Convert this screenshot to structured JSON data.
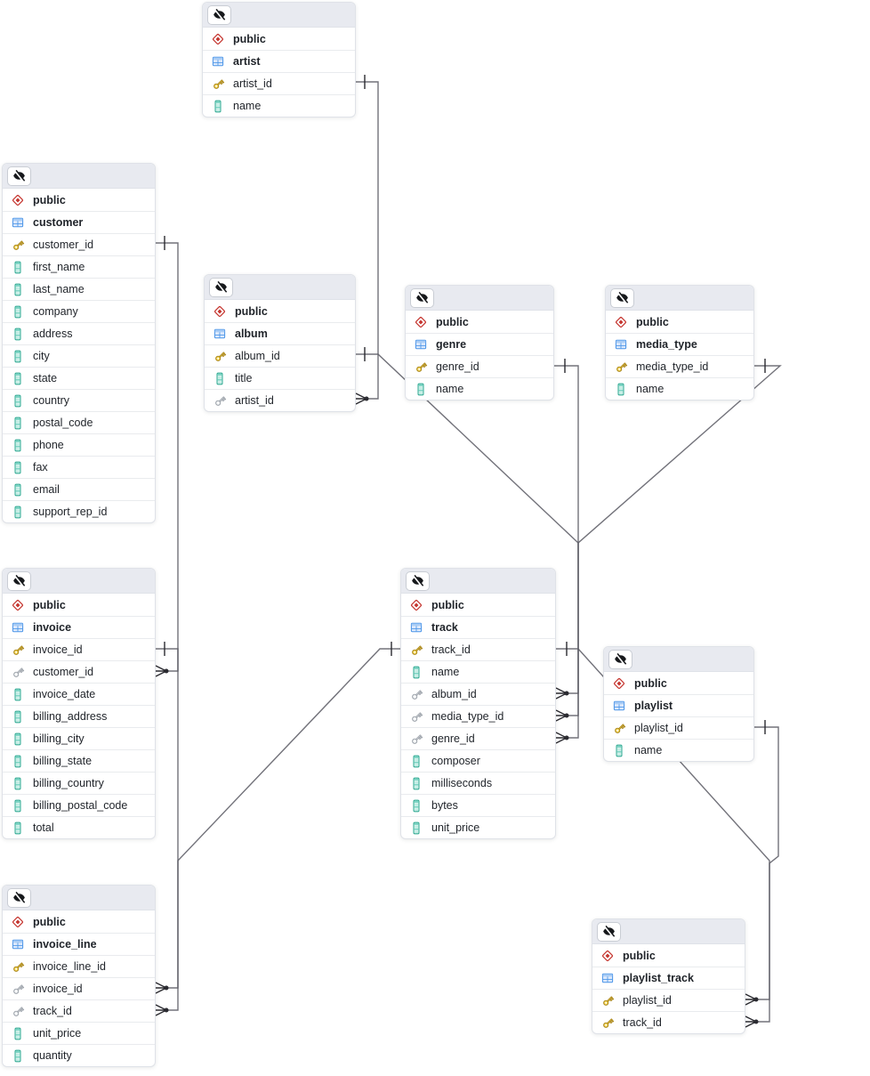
{
  "diagram": {
    "type": "entity-relationship-diagram",
    "header_button": {
      "icon": "hidden-eye-icon",
      "action": "hide-table"
    },
    "tables": [
      {
        "id": "artist",
        "schema": "public",
        "name": "artist",
        "columns": [
          {
            "name": "artist_id",
            "icon": "primary-key-icon"
          },
          {
            "name": "name",
            "icon": "column-icon"
          }
        ]
      },
      {
        "id": "customer",
        "schema": "public",
        "name": "customer",
        "columns": [
          {
            "name": "customer_id",
            "icon": "primary-key-icon"
          },
          {
            "name": "first_name",
            "icon": "column-icon"
          },
          {
            "name": "last_name",
            "icon": "column-icon"
          },
          {
            "name": "company",
            "icon": "column-icon"
          },
          {
            "name": "address",
            "icon": "column-icon"
          },
          {
            "name": "city",
            "icon": "column-icon"
          },
          {
            "name": "state",
            "icon": "column-icon"
          },
          {
            "name": "country",
            "icon": "column-icon"
          },
          {
            "name": "postal_code",
            "icon": "column-icon"
          },
          {
            "name": "phone",
            "icon": "column-icon"
          },
          {
            "name": "fax",
            "icon": "column-icon"
          },
          {
            "name": "email",
            "icon": "column-icon"
          },
          {
            "name": "support_rep_id",
            "icon": "column-icon"
          }
        ]
      },
      {
        "id": "album",
        "schema": "public",
        "name": "album",
        "columns": [
          {
            "name": "album_id",
            "icon": "primary-key-icon"
          },
          {
            "name": "title",
            "icon": "column-icon"
          },
          {
            "name": "artist_id",
            "icon": "foreign-key-icon"
          }
        ]
      },
      {
        "id": "genre",
        "schema": "public",
        "name": "genre",
        "columns": [
          {
            "name": "genre_id",
            "icon": "primary-key-icon"
          },
          {
            "name": "name",
            "icon": "column-icon"
          }
        ]
      },
      {
        "id": "media_type",
        "schema": "public",
        "name": "media_type",
        "columns": [
          {
            "name": "media_type_id",
            "icon": "primary-key-icon"
          },
          {
            "name": "name",
            "icon": "column-icon"
          }
        ]
      },
      {
        "id": "invoice",
        "schema": "public",
        "name": "invoice",
        "columns": [
          {
            "name": "invoice_id",
            "icon": "primary-key-icon"
          },
          {
            "name": "customer_id",
            "icon": "foreign-key-icon"
          },
          {
            "name": "invoice_date",
            "icon": "column-icon"
          },
          {
            "name": "billing_address",
            "icon": "column-icon"
          },
          {
            "name": "billing_city",
            "icon": "column-icon"
          },
          {
            "name": "billing_state",
            "icon": "column-icon"
          },
          {
            "name": "billing_country",
            "icon": "column-icon"
          },
          {
            "name": "billing_postal_code",
            "icon": "column-icon"
          },
          {
            "name": "total",
            "icon": "column-icon"
          }
        ]
      },
      {
        "id": "track",
        "schema": "public",
        "name": "track",
        "columns": [
          {
            "name": "track_id",
            "icon": "primary-key-icon"
          },
          {
            "name": "name",
            "icon": "column-icon"
          },
          {
            "name": "album_id",
            "icon": "foreign-key-icon"
          },
          {
            "name": "media_type_id",
            "icon": "foreign-key-icon"
          },
          {
            "name": "genre_id",
            "icon": "foreign-key-icon"
          },
          {
            "name": "composer",
            "icon": "column-icon"
          },
          {
            "name": "milliseconds",
            "icon": "column-icon"
          },
          {
            "name": "bytes",
            "icon": "column-icon"
          },
          {
            "name": "unit_price",
            "icon": "column-icon"
          }
        ]
      },
      {
        "id": "playlist",
        "schema": "public",
        "name": "playlist",
        "columns": [
          {
            "name": "playlist_id",
            "icon": "primary-key-icon"
          },
          {
            "name": "name",
            "icon": "column-icon"
          }
        ]
      },
      {
        "id": "invoice_line",
        "schema": "public",
        "name": "invoice_line",
        "columns": [
          {
            "name": "invoice_line_id",
            "icon": "primary-key-icon"
          },
          {
            "name": "invoice_id",
            "icon": "foreign-key-icon"
          },
          {
            "name": "track_id",
            "icon": "foreign-key-icon"
          },
          {
            "name": "unit_price",
            "icon": "column-icon"
          },
          {
            "name": "quantity",
            "icon": "column-icon"
          }
        ]
      },
      {
        "id": "playlist_track",
        "schema": "public",
        "name": "playlist_track",
        "columns": [
          {
            "name": "playlist_id",
            "icon": "primary-key-icon"
          },
          {
            "name": "track_id",
            "icon": "primary-key-icon"
          }
        ]
      }
    ],
    "relations": [
      {
        "from": "artist.artist_id",
        "to": "album.artist_id",
        "from_cardinality": "one",
        "to_cardinality": "many"
      },
      {
        "from": "customer.customer_id",
        "to": "invoice.customer_id",
        "from_cardinality": "one",
        "to_cardinality": "many"
      },
      {
        "from": "album.album_id",
        "to": "track.album_id",
        "from_cardinality": "one",
        "to_cardinality": "many"
      },
      {
        "from": "genre.genre_id",
        "to": "track.genre_id",
        "from_cardinality": "one",
        "to_cardinality": "many"
      },
      {
        "from": "media_type.media_type_id",
        "to": "track.media_type_id",
        "from_cardinality": "one",
        "to_cardinality": "many"
      },
      {
        "from": "invoice.invoice_id",
        "to": "invoice_line.invoice_id",
        "from_cardinality": "one",
        "to_cardinality": "many"
      },
      {
        "from": "track.track_id",
        "to": "invoice_line.track_id",
        "from_cardinality": "one",
        "to_cardinality": "many"
      },
      {
        "from": "track.track_id",
        "to": "playlist_track.track_id",
        "from_cardinality": "one",
        "to_cardinality": "many"
      },
      {
        "from": "playlist.playlist_id",
        "to": "playlist_track.playlist_id",
        "from_cardinality": "one",
        "to_cardinality": "many"
      }
    ],
    "colors": {
      "header_bg": "#e8eaf0",
      "card_border": "#dfe2e8",
      "row_divider": "#e9ebee",
      "text": "#1f2329",
      "relation_line": "#5f5f68",
      "relation_end": "#2b2b31",
      "primary_key": "#f0c53d",
      "foreign_key": "#a6abb3",
      "column_icon": "#2aa890",
      "table_icon": "#4d96e8",
      "schema_icon": "#c5352f"
    }
  }
}
